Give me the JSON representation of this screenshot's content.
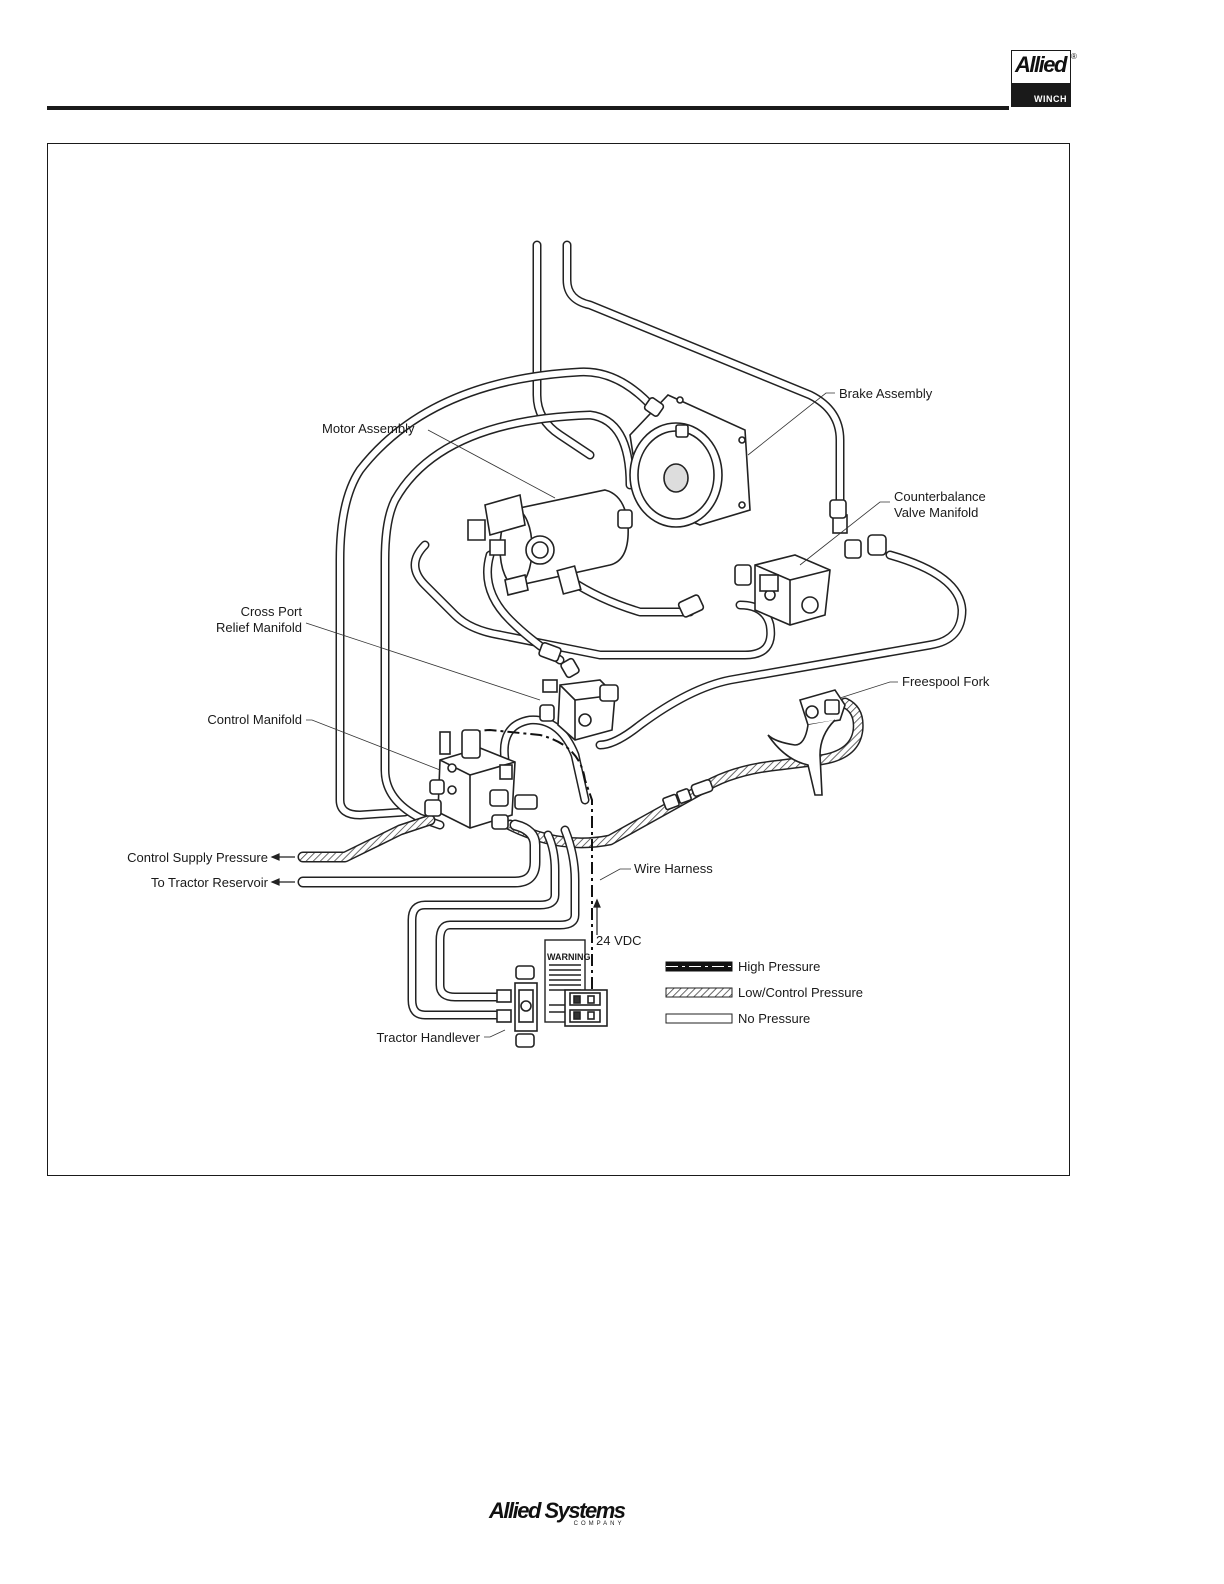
{
  "header": {
    "logo_top": "Allied",
    "logo_bottom": "WINCH",
    "logo_reg": "®"
  },
  "labels": {
    "brake_assembly": "Brake Assembly",
    "motor_assembly": "Motor Assembly",
    "counterbalance_line1": "Counterbalance",
    "counterbalance_line2": "Valve Manifold",
    "cross_port_line1": "Cross Port",
    "cross_port_line2": "Relief Manifold",
    "freespool_fork": "Freespool Fork",
    "control_manifold": "Control Manifold",
    "control_supply_pressure": "Control Supply Pressure",
    "to_tractor_reservoir": "To Tractor Reservoir",
    "wire_harness": "Wire Harness",
    "vdc": "24 VDC",
    "tractor_handlever": "Tractor Handlever",
    "warning": "WARNING"
  },
  "legend": {
    "high": "High Pressure",
    "low": "Low/Control Pressure",
    "none": "No Pressure"
  },
  "footer": {
    "brand": "Allied Systems",
    "company": "COMPANY"
  }
}
